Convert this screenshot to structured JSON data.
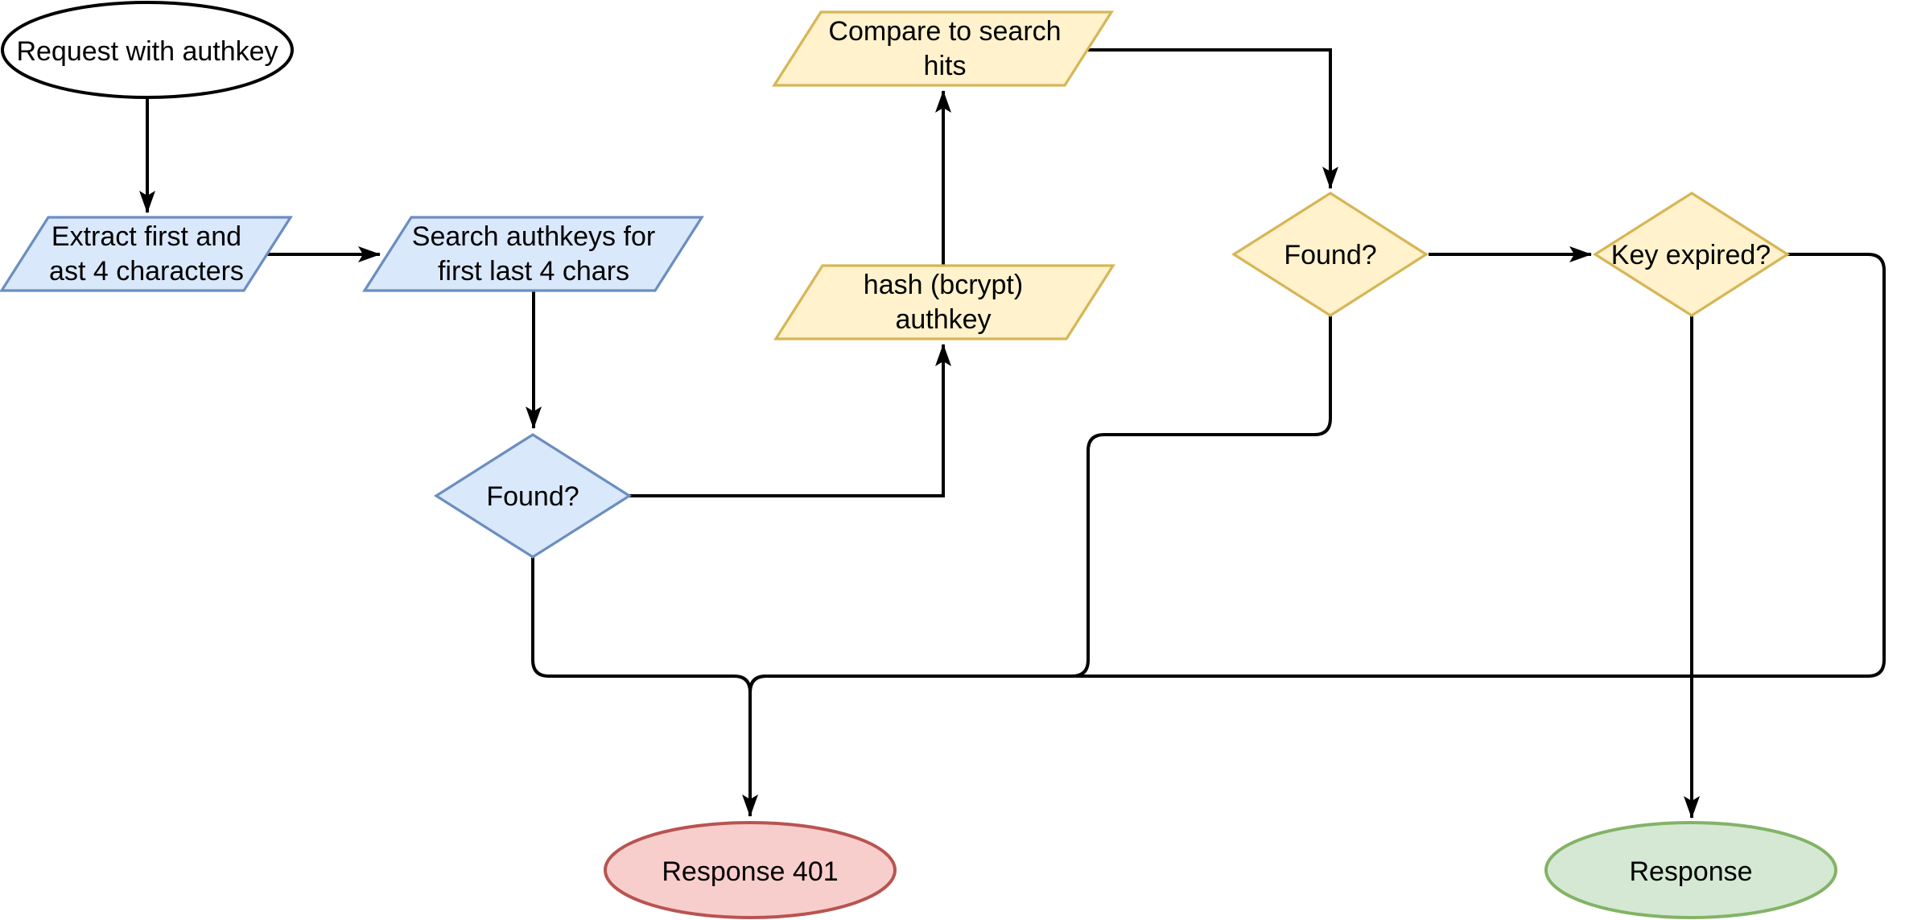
{
  "diagram": {
    "type": "flowchart",
    "nodes": {
      "start": {
        "label": "Request with authkey",
        "shape": "ellipse"
      },
      "extract": {
        "line1": "Extract first and",
        "line2": "ast 4 characters",
        "shape": "parallelogram"
      },
      "search": {
        "line1": "Search authkeys for",
        "line2": "first last 4 chars",
        "shape": "parallelogram"
      },
      "found1": {
        "label": "Found?",
        "shape": "diamond"
      },
      "hash": {
        "line1": "hash (bcrypt)",
        "line2": "authkey",
        "shape": "parallelogram"
      },
      "compare": {
        "line1": "Compare to search",
        "line2": "hits",
        "shape": "parallelogram"
      },
      "found2": {
        "label": "Found?",
        "shape": "diamond"
      },
      "expired": {
        "label": "Key expired?",
        "shape": "diamond"
      },
      "response401": {
        "label": "Response 401",
        "shape": "ellipse"
      },
      "response": {
        "label": "Response",
        "shape": "ellipse"
      }
    },
    "edges": [
      "start -> extract",
      "extract -> search",
      "search -> found1",
      "found1 -> hash",
      "hash -> compare",
      "compare -> found2",
      "found2 -> expired",
      "expired -> response",
      "found1 -> response401",
      "found2 -> response401",
      "expired -> response401"
    ],
    "palette": {
      "blue_fill": "#dae8fc",
      "blue_stroke": "#6c8ebf",
      "yellow_fill": "#fff2cc",
      "yellow_stroke": "#d6b656",
      "red_fill": "#f8cecc",
      "red_stroke": "#b85450",
      "green_fill": "#d5e8d4",
      "green_stroke": "#82b366",
      "start_fill": "#ffffff",
      "start_stroke": "#000000",
      "line": "#000000",
      "text": "#000000"
    }
  }
}
